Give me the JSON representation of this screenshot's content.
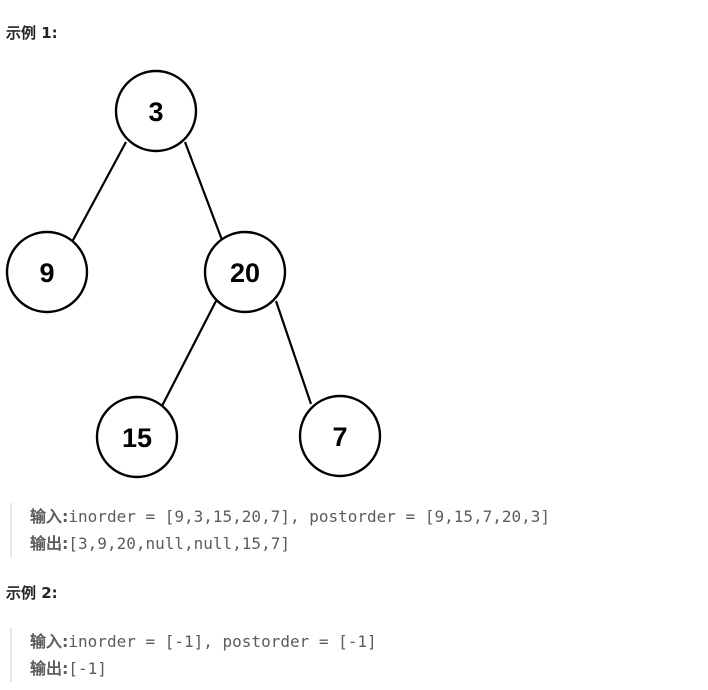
{
  "examples": [
    {
      "heading": "示例 1:",
      "tree": {
        "nodes": [
          "3",
          "9",
          "20",
          "15",
          "7"
        ]
      },
      "input_label": "输入:",
      "input_value": "inorder = [9,3,15,20,7], postorder = [9,15,7,20,3]",
      "output_label": "输出:",
      "output_value": "[3,9,20,null,null,15,7]"
    },
    {
      "heading": "示例 2:",
      "input_label": "输入:",
      "input_value": "inorder = [-1], postorder = [-1]",
      "output_label": "输出:",
      "output_value": "[-1]"
    }
  ]
}
